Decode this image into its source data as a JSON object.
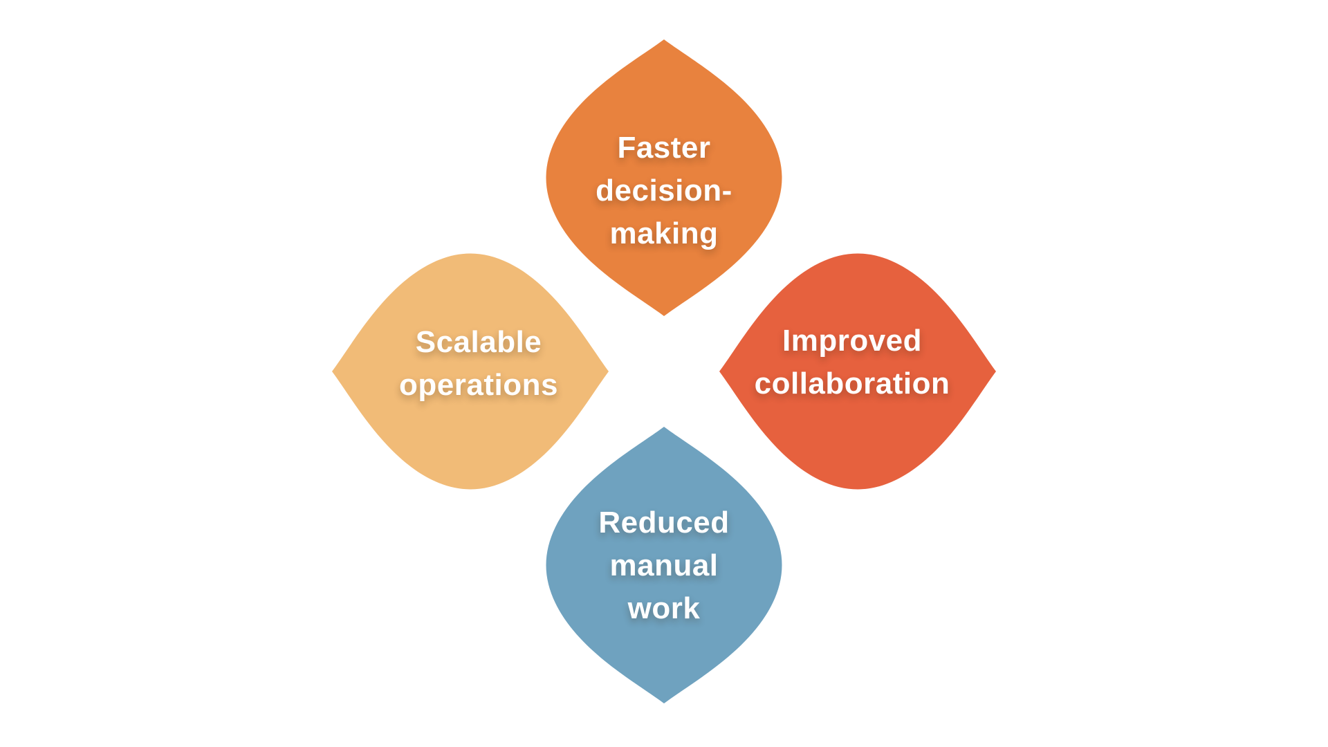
{
  "diagram": {
    "title": "benefits petal diagram",
    "background_color": "#ffffff",
    "label_text_color": "#ffffff",
    "petals": [
      {
        "position": "top",
        "label": "Faster decision-making",
        "lines": [
          "Faster",
          "decision-",
          "making"
        ],
        "color": "#E8823E"
      },
      {
        "position": "right",
        "label": "Improved collaboration",
        "lines": [
          "Improved",
          "collaboration"
        ],
        "color": "#E6613E"
      },
      {
        "position": "bottom",
        "label": "Reduced manual work",
        "lines": [
          "Reduced",
          "manual",
          "work"
        ],
        "color": "#6FA2BF"
      },
      {
        "position": "left",
        "label": "Scalable operations",
        "lines": [
          "Scalable",
          "operations"
        ],
        "color": "#F1BB77"
      }
    ]
  }
}
